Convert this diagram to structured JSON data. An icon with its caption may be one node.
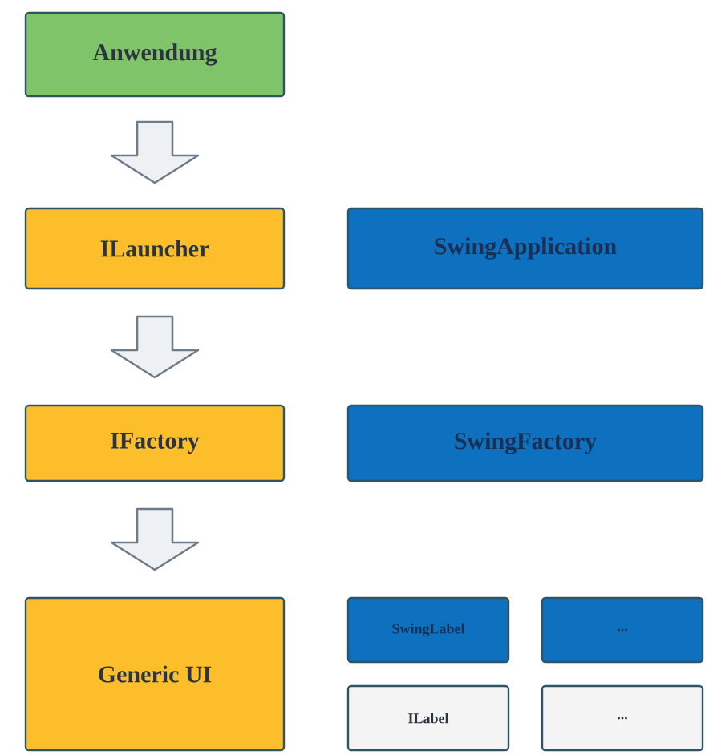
{
  "diagram": {
    "nodes": [
      {
        "text": [
          "Anwendung"
        ]
      },
      {
        "text": [
          "ILauncher"
        ]
      },
      {
        "text": [
          "SwingApplication"
        ]
      },
      {
        "text": [
          "IFactory"
        ]
      },
      {
        "text": [
          "SwingFactory"
        ]
      },
      {
        "text": [
          "Generic UI"
        ]
      },
      {
        "text": [
          "SwingLabel"
        ]
      },
      {
        "text": [
          "..."
        ]
      },
      {
        "text": [
          "ILabel"
        ]
      },
      {
        "text": [
          "..."
        ]
      }
    ],
    "edges": [
      {
        "from": 0,
        "to": 1,
        "arrow": "to"
      },
      {
        "from": 1,
        "to": 3,
        "arrow": "to"
      },
      {
        "from": 3,
        "to": 5,
        "arrow": "to"
      }
    ]
  }
}
